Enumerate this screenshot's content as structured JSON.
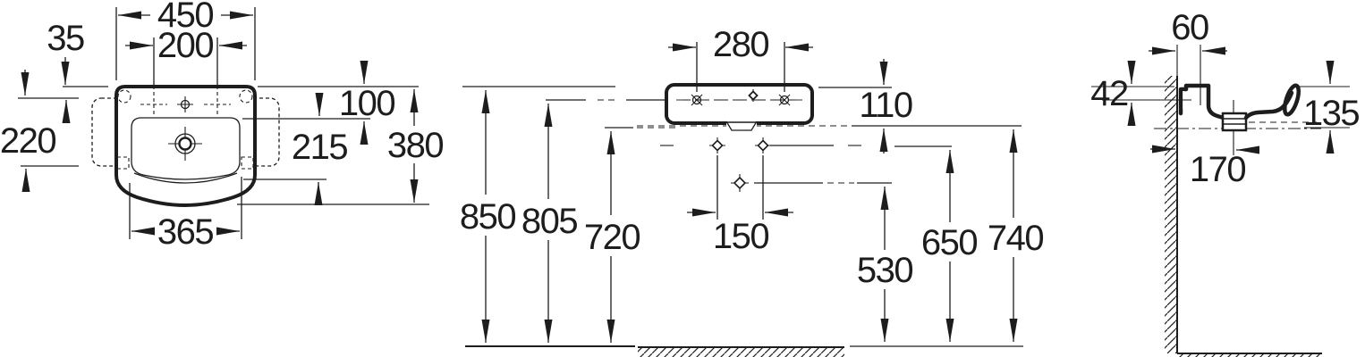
{
  "meta": {
    "ink_color": "#1d1d1d",
    "background_color": "#ffffff"
  },
  "views": {
    "plan": {
      "dims": {
        "overall_width": "450",
        "tap_hole_spacing": "200",
        "rail_top_offset": "35",
        "rail_length": "220",
        "rim_to_bowl": "100",
        "bowl_depth": "215",
        "overall_depth": "380",
        "bowl_width": "365"
      }
    },
    "front": {
      "dims": {
        "fixing_hole_spacing": "280",
        "rim_to_mounting_line": "110",
        "rim_height": "850",
        "tap_centre_height": "805",
        "mounting_line_height": "720",
        "waste_fixing_spacing": "150",
        "lower_fixing_height": "530",
        "mid_fixing_height": "650",
        "underside_height": "740"
      }
    },
    "side": {
      "dims": {
        "tap_centre_offset": "60",
        "rim_to_ledge": "42",
        "rim_to_underside": "135",
        "trap_centre_offset": "170"
      }
    }
  }
}
